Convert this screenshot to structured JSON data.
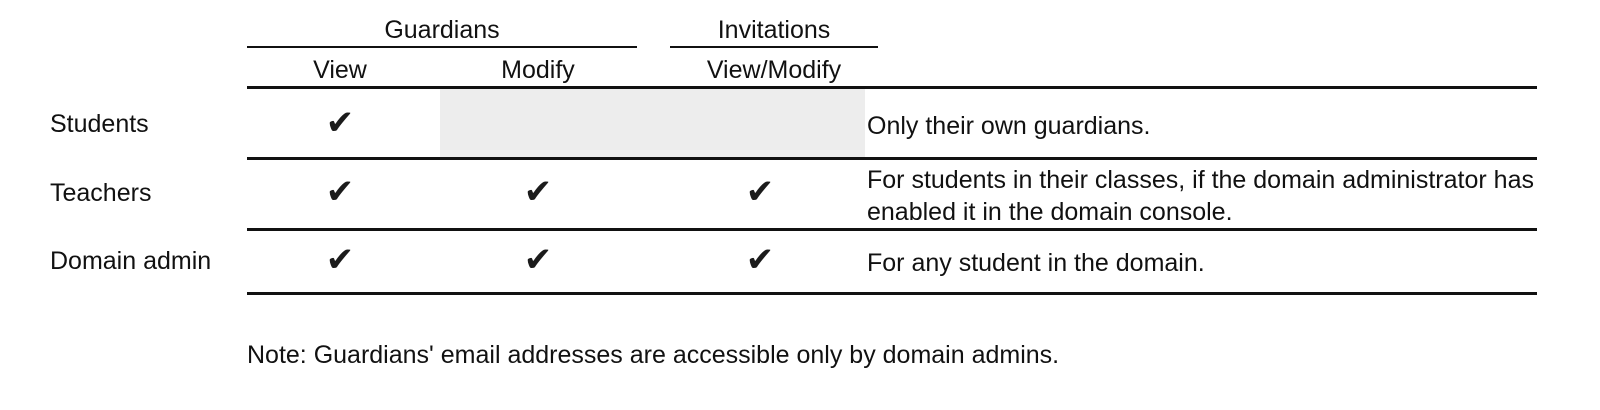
{
  "table": {
    "group_headers": [
      {
        "label": "Guardians"
      },
      {
        "label": "Invitations"
      }
    ],
    "column_headers": [
      {
        "label": "View"
      },
      {
        "label": "Modify"
      },
      {
        "label": "View/Modify"
      }
    ],
    "rows": [
      {
        "label": "Students",
        "guardians_view": "✔",
        "guardians_modify": "",
        "invitations_view_modify": "",
        "description": "Only their own guardians."
      },
      {
        "label": "Teachers",
        "guardians_view": "✔",
        "guardians_modify": "✔",
        "invitations_view_modify": "✔",
        "description": "For students in their classes, if the domain administrator has enabled it in the domain console."
      },
      {
        "label": "Domain admin",
        "guardians_view": "✔",
        "guardians_modify": "✔",
        "invitations_view_modify": "✔",
        "description": "For any student in the domain."
      }
    ]
  },
  "note": {
    "text": "Note: Guardians' email addresses are accessible only by domain admins."
  },
  "colors": {
    "rule": "#111111",
    "text": "#111111",
    "shaded_cell": "#ededed",
    "check": "#1b1b1b",
    "background": "#ffffff"
  }
}
